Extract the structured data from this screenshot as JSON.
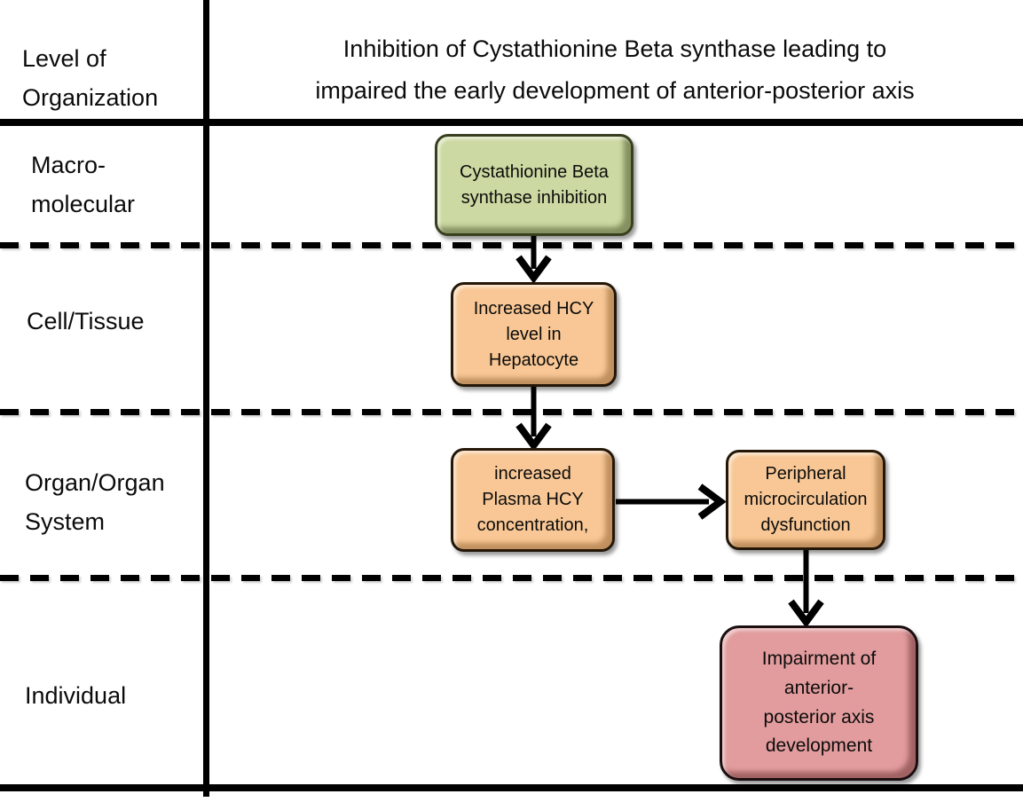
{
  "header": {
    "row_axis_label": "Level of\nOrganization",
    "title": "Inhibition of Cystathionine Beta synthase leading to\nimpaired the early development of anterior-posterior axis"
  },
  "levels": [
    {
      "label": "Macro-\nmolecular"
    },
    {
      "label": "Cell/Tissue"
    },
    {
      "label": "Organ/Organ\nSystem"
    },
    {
      "label": "Individual"
    }
  ],
  "nodes": [
    {
      "id": "cbs-inhibition",
      "level": "Macro-molecular",
      "text": "Cystathionine Beta\nsynthase inhibition",
      "fill": "#ccd9a2"
    },
    {
      "id": "hcy-hepatocyte",
      "level": "Cell/Tissue",
      "text": "Increased HCY\nlevel in\nHepatocyte",
      "fill": "#f8c795"
    },
    {
      "id": "plasma-hcy",
      "level": "Organ/Organ System",
      "text": "increased\nPlasma HCY\nconcentration,",
      "fill": "#f8c795"
    },
    {
      "id": "microcirculation",
      "level": "Organ/Organ System",
      "text": "Peripheral\nmicrocirculation\ndysfunction",
      "fill": "#f8c795"
    },
    {
      "id": "axis-impairment",
      "level": "Individual",
      "text": "Impairment of\nanterior-\nposterior axis\ndevelopment",
      "fill": "#e29c9d"
    }
  ],
  "edges": [
    {
      "from": "cbs-inhibition",
      "to": "hcy-hepatocyte",
      "direction": "down"
    },
    {
      "from": "hcy-hepatocyte",
      "to": "plasma-hcy",
      "direction": "down"
    },
    {
      "from": "plasma-hcy",
      "to": "microcirculation",
      "direction": "right"
    },
    {
      "from": "microcirculation",
      "to": "axis-impairment",
      "direction": "down"
    }
  ],
  "colors": {
    "background": "#ffffff",
    "line": "#000000",
    "green_fill": "#ccd9a2",
    "orange_fill": "#f8c795",
    "red_fill": "#e29c9d"
  }
}
